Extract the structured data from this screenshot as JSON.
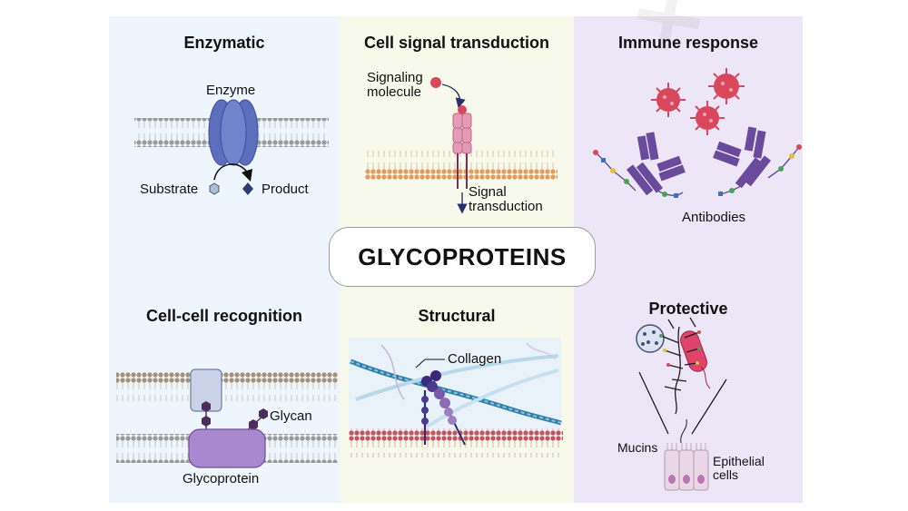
{
  "center_title": "GLYCOPROTEINS",
  "panels": {
    "enzymatic": {
      "title": "Enzymatic",
      "enzyme": "Enzyme",
      "substrate": "Substrate",
      "product": "Product"
    },
    "signal": {
      "title": "Cell signal transduction",
      "molecule_line1": "Signaling",
      "molecule_line2": "molecule",
      "transduction_line1": "Signal",
      "transduction_line2": "transduction"
    },
    "immune": {
      "title": "Immune response",
      "antibodies": "Antibodies"
    },
    "recognition": {
      "title": "Cell-cell recognition",
      "glycan": "Glycan",
      "glycoprotein": "Glycoprotein"
    },
    "structural": {
      "title": "Structural",
      "collagen": "Collagen"
    },
    "protective": {
      "title": "Protective",
      "mucins": "Mucins",
      "epithelial_line1": "Epithelial",
      "epithelial_line2": "cells"
    }
  },
  "colors": {
    "left_bg": "#eef5fc",
    "middle_bg": "#f7f9ea",
    "right_bg": "#ede6f6",
    "membrane_gray": "#8a8a8a",
    "membrane_orange": "#e59a5c",
    "membrane_red": "#c8525a",
    "enzyme_blue": "#5b6fbd",
    "receptor_pink": "#e59ab8",
    "virus_red": "#d9475c",
    "antibody_purple": "#6a4a9c"
  }
}
